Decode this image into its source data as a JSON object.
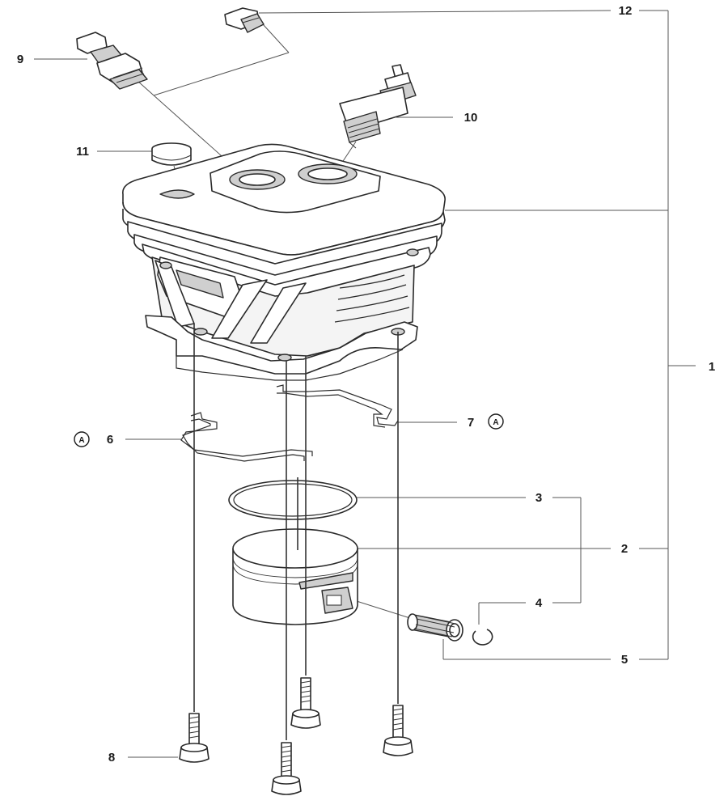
{
  "callouts": {
    "c1": "1",
    "c2": "2",
    "c3": "3",
    "c4": "4",
    "c5": "5",
    "c6": "6",
    "c7": "7",
    "c8": "8",
    "c9": "9",
    "c10": "10",
    "c11": "11",
    "c12": "12"
  },
  "badges": {
    "b6": "A",
    "b7": "A"
  }
}
